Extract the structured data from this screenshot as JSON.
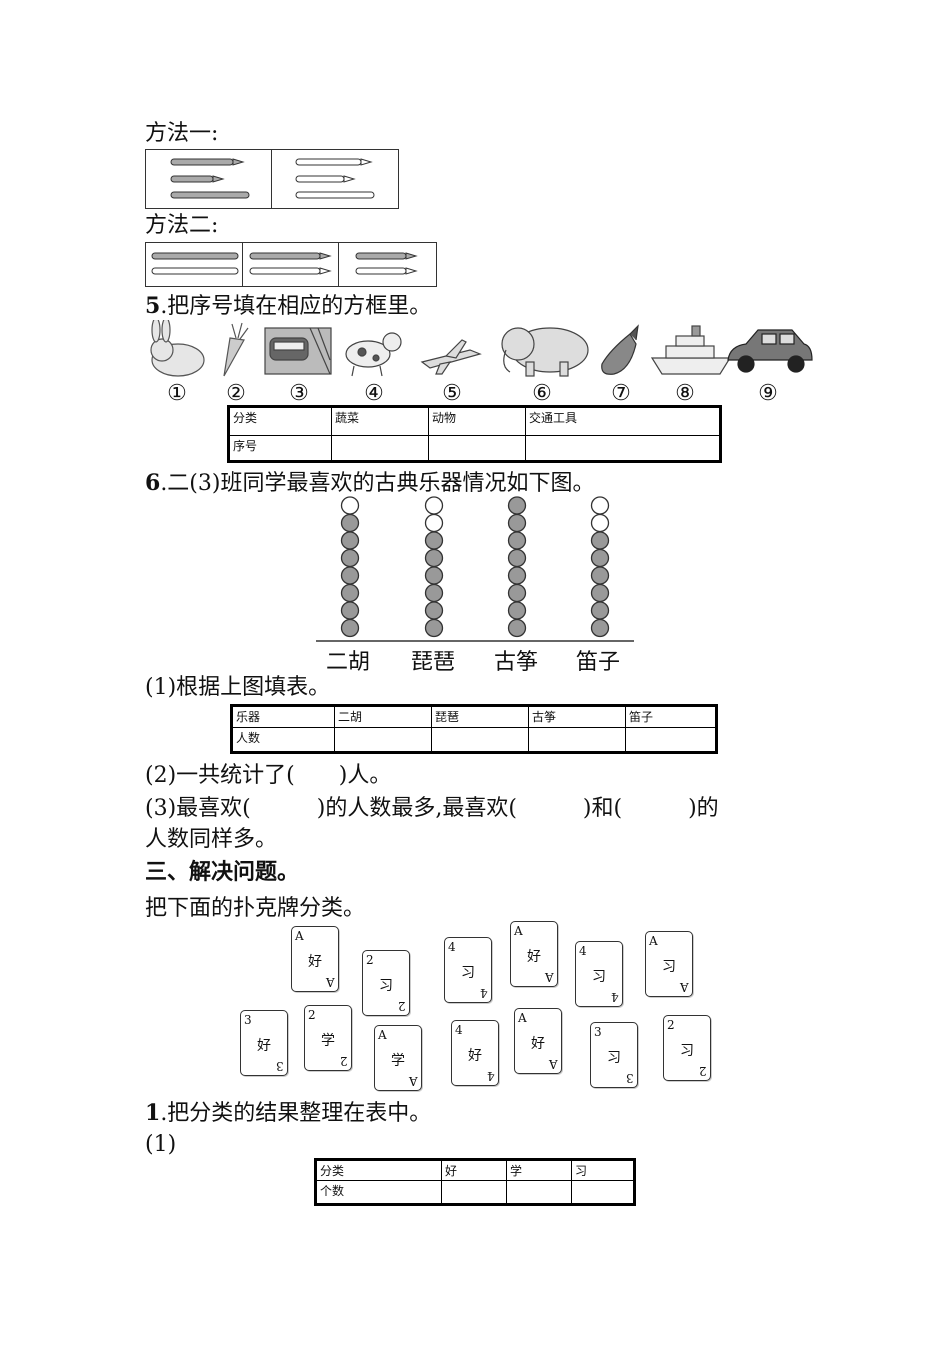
{
  "method1": {
    "label": "方法一:"
  },
  "method2": {
    "label": "方法二:"
  },
  "q5": {
    "num": "5",
    "text": ".把序号填在相应的方框里。",
    "picture_names": [
      "rabbit-icon",
      "carrot-icon",
      "train-icon",
      "cow-icon",
      "plane-icon",
      "elephant-icon",
      "eggplant-icon",
      "ship-icon",
      "car-icon"
    ],
    "numbers": [
      "①",
      "②",
      "③",
      "④",
      "⑤",
      "⑥",
      "⑦",
      "⑧",
      "⑨"
    ],
    "table": {
      "row1": [
        "分类",
        "蔬菜",
        "动物",
        "交通工具"
      ],
      "row2": [
        "序号",
        "",
        "",
        ""
      ]
    }
  },
  "q6": {
    "num": "6",
    "text": ".二(3)班同学最喜欢的古典乐器情况如下图。",
    "chart_data": {
      "type": "pictograph",
      "categories": [
        "二胡",
        "琵琶",
        "古筝",
        "笛子"
      ],
      "values": [
        7,
        6,
        8,
        6
      ],
      "column_height": 8
    },
    "sub1": "(1)根据上图填表。",
    "table": {
      "row1": [
        "乐器",
        "二胡",
        "琵琶",
        "古筝",
        "笛子"
      ],
      "row2": [
        "人数",
        "",
        "",
        "",
        ""
      ]
    },
    "sub2": "(2)一共统计了(  )人。",
    "sub3a": "(3)最喜欢(   )的人数最多,最喜欢(   )和(   )的",
    "sub3b": "人数同样多。"
  },
  "section3": {
    "title": "三、解决问题。",
    "text": "把下面的扑克牌分类。"
  },
  "cards": [
    {
      "rank": "A",
      "char": "好"
    },
    {
      "rank": "2",
      "char": "习"
    },
    {
      "rank": "4",
      "char": "习"
    },
    {
      "rank": "A",
      "char": "好"
    },
    {
      "rank": "4",
      "char": "习"
    },
    {
      "rank": "A",
      "char": "习"
    },
    {
      "rank": "3",
      "char": "好"
    },
    {
      "rank": "2",
      "char": "学"
    },
    {
      "rank": "A",
      "char": "学"
    },
    {
      "rank": "4",
      "char": "好"
    },
    {
      "rank": "A",
      "char": "好"
    },
    {
      "rank": "3",
      "char": "习"
    },
    {
      "rank": "2",
      "char": "习"
    }
  ],
  "q1": {
    "num": "1",
    "text": ".把分类的结果整理在表中。",
    "sub": "(1)",
    "table": {
      "row1": [
        "分类",
        "好",
        "学",
        "习"
      ],
      "row2": [
        "个数",
        "",
        "",
        ""
      ]
    }
  }
}
